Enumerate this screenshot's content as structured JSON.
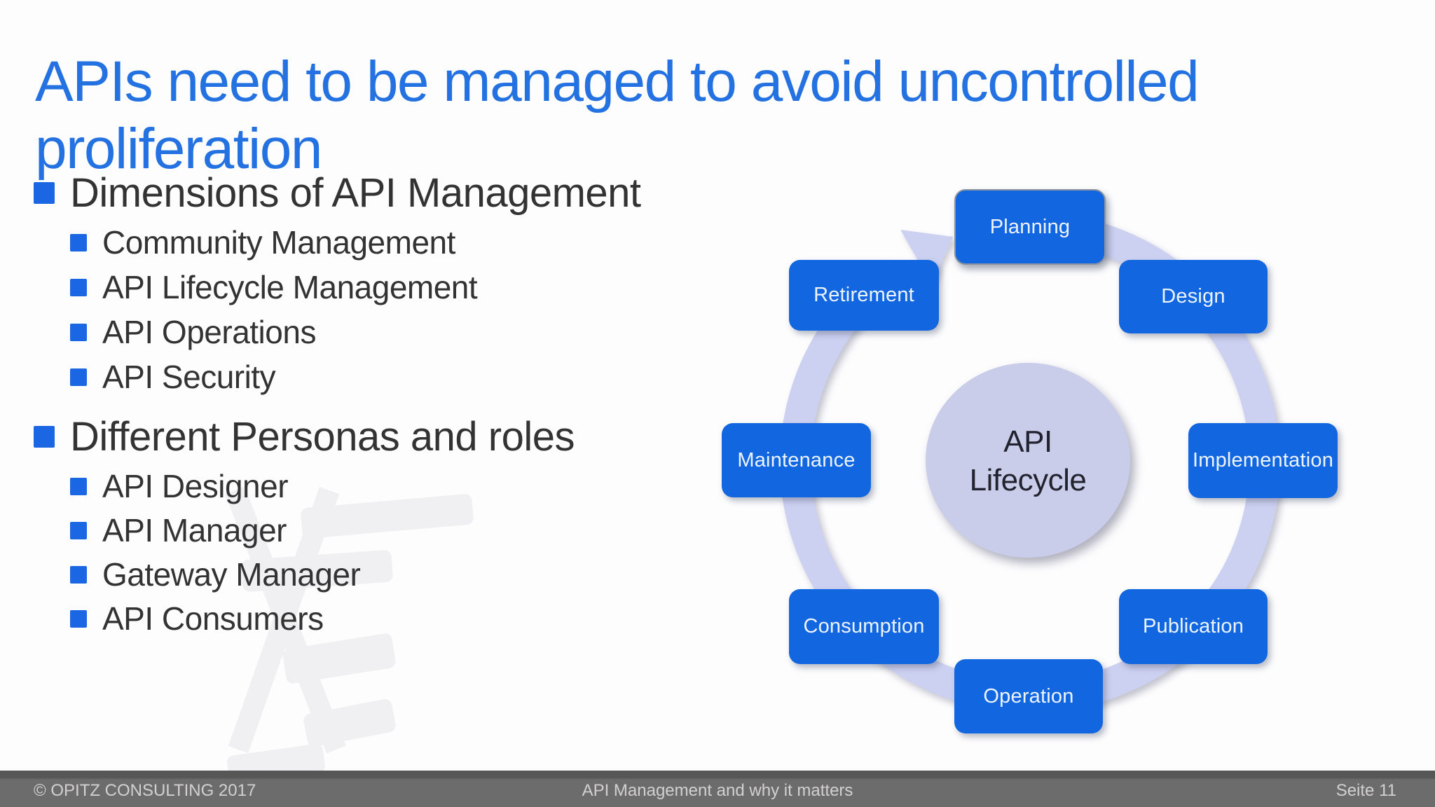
{
  "slide": {
    "title_line1": "APIs need to be managed to avoid uncontrolled",
    "title_line2": "proliferation"
  },
  "bullets": {
    "sections": [
      {
        "heading": "Dimensions of API Management",
        "items": [
          "Community Management",
          "API Lifecycle Management",
          "API Operations",
          "API Security"
        ]
      },
      {
        "heading": "Different Personas and roles",
        "items": [
          "API Designer",
          "API Manager",
          "Gateway Manager",
          "API Consumers"
        ]
      }
    ]
  },
  "diagram": {
    "center": {
      "line1": "API",
      "line2": "Lifecycle"
    },
    "stages": [
      "Planning",
      "Design",
      "Implementation",
      "Publication",
      "Operation",
      "Consumption",
      "Maintenance",
      "Retirement"
    ]
  },
  "footer": {
    "copyright": "© OPITZ CONSULTING 2017",
    "center": "API Management and why it matters",
    "page": "Seite 11"
  },
  "colors": {
    "accent-blue": "#1b67e3",
    "title-blue": "#2472e2",
    "box-blue": "#1267e0",
    "box-text": "#eef4fd",
    "ring-lavender": "#cdd1f1",
    "circle-lavender": "#c9cdea",
    "circle-text": "#23232f",
    "text-dark": "#333333",
    "footer-bg": "#6c6c6c",
    "footer-text": "#d2d0d0",
    "watermark-gray": "#f0f0f2"
  }
}
